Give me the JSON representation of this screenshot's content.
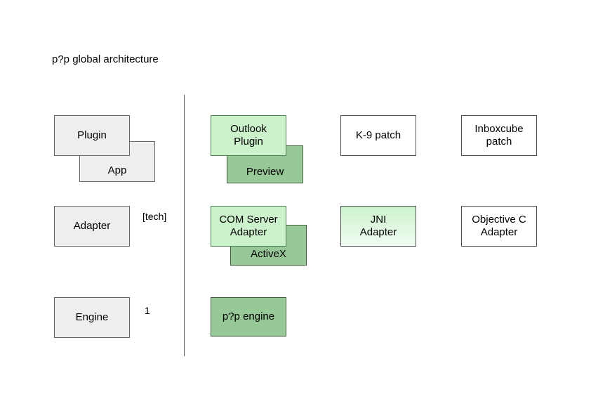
{
  "diagram": {
    "title": "p?p global architecture",
    "divider": {
      "name": "vertical-separator"
    },
    "rows": [
      {
        "id": "plugin-row",
        "annotation": "",
        "boxes": [
          {
            "id": "app",
            "label": "App",
            "style": "gray",
            "layer": "back"
          },
          {
            "id": "plugin",
            "label": "Plugin",
            "style": "gray",
            "layer": "front"
          },
          {
            "id": "preview",
            "label": "Preview",
            "style": "green-mid",
            "layer": "back"
          },
          {
            "id": "outlook-plugin",
            "label": "Outlook\nPlugin",
            "style": "green-light",
            "layer": "front"
          },
          {
            "id": "k9-patch",
            "label": "K-9 patch",
            "style": "white",
            "layer": "front"
          },
          {
            "id": "inboxcube-patch",
            "label": "Inboxcube\npatch",
            "style": "white",
            "layer": "front"
          }
        ]
      },
      {
        "id": "adapter-row",
        "annotation": "[tech]",
        "boxes": [
          {
            "id": "adapter",
            "label": "Adapter",
            "style": "gray",
            "layer": "front"
          },
          {
            "id": "activex",
            "label": "ActiveX",
            "style": "green-mid",
            "layer": "back"
          },
          {
            "id": "com-server-adapter",
            "label": "COM Server\nAdapter",
            "style": "green-light",
            "layer": "front"
          },
          {
            "id": "jni-adapter",
            "label": "JNI\nAdapter",
            "style": "green-grad",
            "layer": "front"
          },
          {
            "id": "objective-c-adapter",
            "label": "Objective C\nAdapter",
            "style": "white",
            "layer": "front"
          }
        ]
      },
      {
        "id": "engine-row",
        "annotation": "1",
        "boxes": [
          {
            "id": "engine",
            "label": "Engine",
            "style": "gray",
            "layer": "front"
          },
          {
            "id": "pep-engine",
            "label": "p?p engine",
            "style": "green-mid",
            "layer": "front"
          }
        ]
      }
    ]
  },
  "colors": {
    "gray_fill": "#eeeeee",
    "gray_border": "#666666",
    "green_light_fill": "#ccf2cc",
    "green_light_border": "#4b7f4b",
    "green_mid_fill": "#97c897",
    "green_mid_border": "#3f5f3f",
    "white_fill": "#ffffff",
    "white_border": "#4d4d4d",
    "background": "#ffffff",
    "text": "#000000"
  }
}
